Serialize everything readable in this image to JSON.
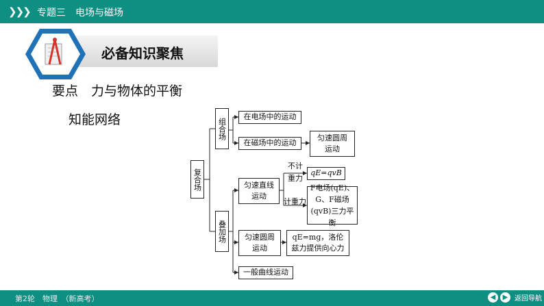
{
  "topbar": {
    "chevrons": "❯❯❯",
    "title": "专题三　电场与磁场"
  },
  "header": {
    "title": "必备知识聚焦"
  },
  "subtitle": "要点　力与物体的平衡",
  "network_label": "知能网络",
  "diagram": {
    "root": "复合场",
    "group_combo": "组合场",
    "group_stack": "叠加场",
    "combo_efield": "在电场中的运动",
    "combo_bfield": "在磁场中的运动",
    "combo_bfield_result": "匀速圆周运动",
    "stack_linear": "匀速直线运动",
    "no_gravity": "不计重力",
    "no_gravity_eq": "qE=qvB",
    "with_gravity": "计重力",
    "with_gravity_eq": "F电场(qE)、G、F磁场(qvB)三力平衡",
    "stack_circular": "匀速圆周运动",
    "stack_circular_result": "qE=mg，洛伦兹力提供向心力",
    "stack_curve": "一般曲线运动"
  },
  "bottombar": {
    "left": "第2轮　物理　（新高考）",
    "nav_label": "返回导航"
  }
}
